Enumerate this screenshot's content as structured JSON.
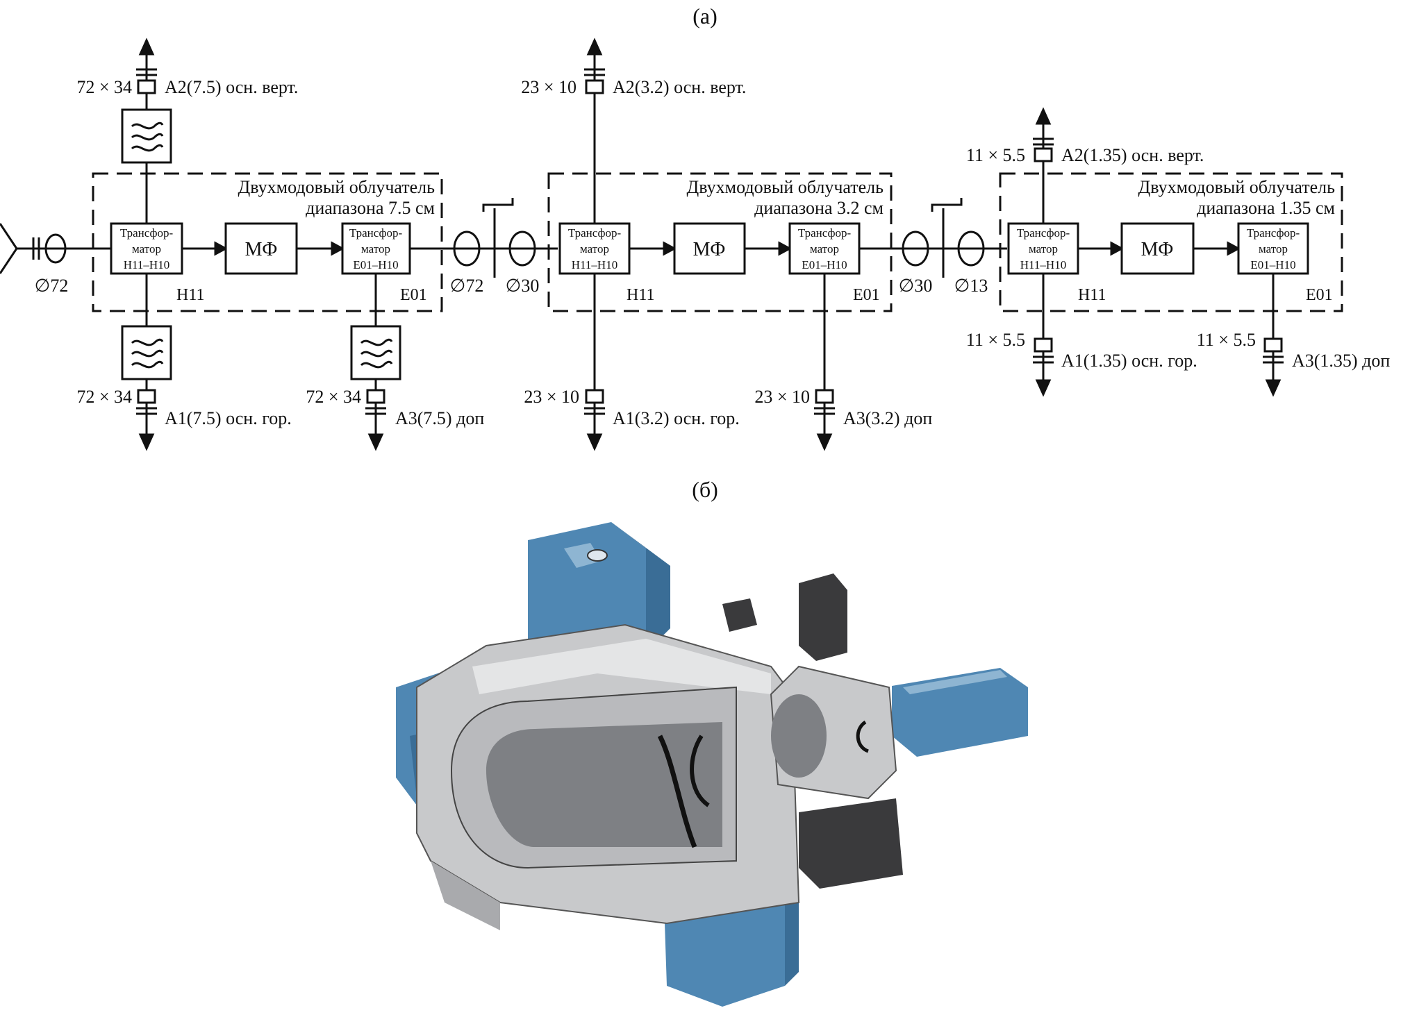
{
  "panels": {
    "a": "(а)",
    "b": "(б)"
  },
  "sections": [
    {
      "title_line1": "Двухмодовый облучатель",
      "title_line2": "диапазона 7.5 см",
      "transformer_in": [
        "Трансфор-",
        "матор",
        "H11–H10"
      ],
      "filter": "МФ",
      "transformer_out": [
        "Трансфор-",
        "матор",
        "E01–H10"
      ],
      "mode_in": "H11",
      "mode_out": "E01",
      "port_top": {
        "size": "72 × 34",
        "name": "A2(7.5) осн. верт."
      },
      "port_bottom_left": {
        "size": "72 × 34",
        "name": "A1(7.5) осн. гор."
      },
      "port_bottom_right": {
        "size": "72 × 34",
        "name": "A3(7.5) доп"
      }
    },
    {
      "title_line1": "Двухмодовый облучатель",
      "title_line2": "диапазона 3.2 см",
      "transformer_in": [
        "Трансфор-",
        "матор",
        "H11–H10"
      ],
      "filter": "МФ",
      "transformer_out": [
        "Трансфор-",
        "матор",
        "E01–H10"
      ],
      "mode_in": "H11",
      "mode_out": "E01",
      "port_top": {
        "size": "23 × 10",
        "name": "A2(3.2) осн. верт."
      },
      "port_bottom_left": {
        "size": "23 × 10",
        "name": "A1(3.2) осн. гор."
      },
      "port_bottom_right": {
        "size": "23 × 10",
        "name": "A3(3.2) доп"
      }
    },
    {
      "title_line1": "Двухмодовый облучатель",
      "title_line2": "диапазона 1.35 см",
      "transformer_in": [
        "Трансфор-",
        "матор",
        "H11–H10"
      ],
      "filter": "МФ",
      "transformer_out": [
        "Трансфор-",
        "матор",
        "E01–H10"
      ],
      "mode_in": "H11",
      "mode_out": "E01",
      "port_top": {
        "size": "11 × 5.5",
        "name": "A2(1.35) осн. верт."
      },
      "port_bottom_left": {
        "size": "11 × 5.5",
        "name": "A1(1.35) осн. гор."
      },
      "port_bottom_right": {
        "size": "11 × 5.5",
        "name": "A3(1.35) доп"
      }
    }
  ],
  "diameters": {
    "input": "∅72",
    "joint1_left": "∅72",
    "joint1_right": "∅30",
    "joint2_left": "∅30",
    "joint2_right": "∅13"
  },
  "colors": {
    "line": "#111111",
    "model_blue": "#4f87b3",
    "model_grey": "#c8c9cb",
    "model_dark": "#3a3a3c"
  }
}
